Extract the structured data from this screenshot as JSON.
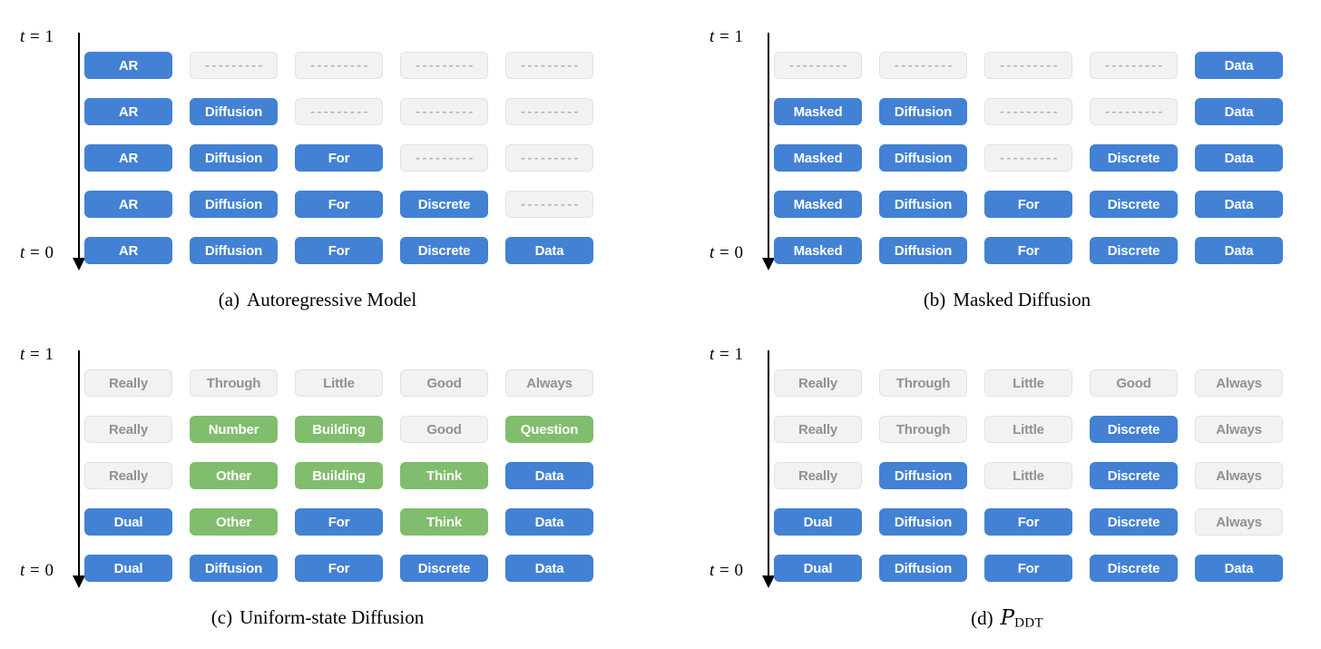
{
  "figure": {
    "colors": {
      "token_blue": "#4281d4",
      "token_green": "#80bd6d",
      "token_gray_fill": "#f2f2f2",
      "token_gray_border": "#e2e2e2",
      "token_gray_text": "#919191",
      "mask_text": "#b0b0b0",
      "axis": "#000000",
      "background": "#ffffff"
    },
    "axis": {
      "top_label_var": "t",
      "top_label_op": "=",
      "top_label_value": "1",
      "bottom_label_var": "t",
      "bottom_label_op": "=",
      "bottom_label_value": "0",
      "direction": "downward-arrow"
    },
    "mask_token": "---------",
    "columns": 5,
    "rows": 5
  },
  "panels": [
    {
      "id": "a",
      "caption_tag": "(a)",
      "caption_text": "Autoregressive Model",
      "rows": [
        [
          {
            "label": "AR",
            "state": "blue"
          },
          {
            "label": "---------",
            "state": "mask"
          },
          {
            "label": "---------",
            "state": "mask"
          },
          {
            "label": "---------",
            "state": "mask"
          },
          {
            "label": "---------",
            "state": "mask"
          }
        ],
        [
          {
            "label": "AR",
            "state": "blue"
          },
          {
            "label": "Diffusion",
            "state": "blue"
          },
          {
            "label": "---------",
            "state": "mask"
          },
          {
            "label": "---------",
            "state": "mask"
          },
          {
            "label": "---------",
            "state": "mask"
          }
        ],
        [
          {
            "label": "AR",
            "state": "blue"
          },
          {
            "label": "Diffusion",
            "state": "blue"
          },
          {
            "label": "For",
            "state": "blue"
          },
          {
            "label": "---------",
            "state": "mask"
          },
          {
            "label": "---------",
            "state": "mask"
          }
        ],
        [
          {
            "label": "AR",
            "state": "blue"
          },
          {
            "label": "Diffusion",
            "state": "blue"
          },
          {
            "label": "For",
            "state": "blue"
          },
          {
            "label": "Discrete",
            "state": "blue"
          },
          {
            "label": "---------",
            "state": "mask"
          }
        ],
        [
          {
            "label": "AR",
            "state": "blue"
          },
          {
            "label": "Diffusion",
            "state": "blue"
          },
          {
            "label": "For",
            "state": "blue"
          },
          {
            "label": "Discrete",
            "state": "blue"
          },
          {
            "label": "Data",
            "state": "blue"
          }
        ]
      ]
    },
    {
      "id": "b",
      "caption_tag": "(b)",
      "caption_text": "Masked Diffusion",
      "rows": [
        [
          {
            "label": "---------",
            "state": "mask"
          },
          {
            "label": "---------",
            "state": "mask"
          },
          {
            "label": "---------",
            "state": "mask"
          },
          {
            "label": "---------",
            "state": "mask"
          },
          {
            "label": "Data",
            "state": "blue"
          }
        ],
        [
          {
            "label": "Masked",
            "state": "blue"
          },
          {
            "label": "Diffusion",
            "state": "blue"
          },
          {
            "label": "---------",
            "state": "mask"
          },
          {
            "label": "---------",
            "state": "mask"
          },
          {
            "label": "Data",
            "state": "blue"
          }
        ],
        [
          {
            "label": "Masked",
            "state": "blue"
          },
          {
            "label": "Diffusion",
            "state": "blue"
          },
          {
            "label": "---------",
            "state": "mask"
          },
          {
            "label": "Discrete",
            "state": "blue"
          },
          {
            "label": "Data",
            "state": "blue"
          }
        ],
        [
          {
            "label": "Masked",
            "state": "blue"
          },
          {
            "label": "Diffusion",
            "state": "blue"
          },
          {
            "label": "For",
            "state": "blue"
          },
          {
            "label": "Discrete",
            "state": "blue"
          },
          {
            "label": "Data",
            "state": "blue"
          }
        ],
        [
          {
            "label": "Masked",
            "state": "blue"
          },
          {
            "label": "Diffusion",
            "state": "blue"
          },
          {
            "label": "For",
            "state": "blue"
          },
          {
            "label": "Discrete",
            "state": "blue"
          },
          {
            "label": "Data",
            "state": "blue"
          }
        ]
      ]
    },
    {
      "id": "c",
      "caption_tag": "(c)",
      "caption_text": "Uniform-state Diffusion",
      "rows": [
        [
          {
            "label": "Really",
            "state": "gray"
          },
          {
            "label": "Through",
            "state": "gray"
          },
          {
            "label": "Little",
            "state": "gray"
          },
          {
            "label": "Good",
            "state": "gray"
          },
          {
            "label": "Always",
            "state": "gray"
          }
        ],
        [
          {
            "label": "Really",
            "state": "gray"
          },
          {
            "label": "Number",
            "state": "green"
          },
          {
            "label": "Building",
            "state": "green"
          },
          {
            "label": "Good",
            "state": "gray"
          },
          {
            "label": "Question",
            "state": "green"
          }
        ],
        [
          {
            "label": "Really",
            "state": "gray"
          },
          {
            "label": "Other",
            "state": "green"
          },
          {
            "label": "Building",
            "state": "green"
          },
          {
            "label": "Think",
            "state": "green"
          },
          {
            "label": "Data",
            "state": "blue"
          }
        ],
        [
          {
            "label": "Dual",
            "state": "blue"
          },
          {
            "label": "Other",
            "state": "green"
          },
          {
            "label": "For",
            "state": "blue"
          },
          {
            "label": "Think",
            "state": "green"
          },
          {
            "label": "Data",
            "state": "blue"
          }
        ],
        [
          {
            "label": "Dual",
            "state": "blue"
          },
          {
            "label": "Diffusion",
            "state": "blue"
          },
          {
            "label": "For",
            "state": "blue"
          },
          {
            "label": "Discrete",
            "state": "blue"
          },
          {
            "label": "Data",
            "state": "blue"
          }
        ]
      ]
    },
    {
      "id": "d",
      "caption_tag": "(d)",
      "caption_symbol": "P",
      "caption_subscript": "DDT",
      "caption_text": "",
      "rows": [
        [
          {
            "label": "Really",
            "state": "gray"
          },
          {
            "label": "Through",
            "state": "gray"
          },
          {
            "label": "Little",
            "state": "gray"
          },
          {
            "label": "Good",
            "state": "gray"
          },
          {
            "label": "Always",
            "state": "gray"
          }
        ],
        [
          {
            "label": "Really",
            "state": "gray"
          },
          {
            "label": "Through",
            "state": "gray"
          },
          {
            "label": "Little",
            "state": "gray"
          },
          {
            "label": "Discrete",
            "state": "blue"
          },
          {
            "label": "Always",
            "state": "gray"
          }
        ],
        [
          {
            "label": "Really",
            "state": "gray"
          },
          {
            "label": "Diffusion",
            "state": "blue"
          },
          {
            "label": "Little",
            "state": "gray"
          },
          {
            "label": "Discrete",
            "state": "blue"
          },
          {
            "label": "Always",
            "state": "gray"
          }
        ],
        [
          {
            "label": "Dual",
            "state": "blue"
          },
          {
            "label": "Diffusion",
            "state": "blue"
          },
          {
            "label": "For",
            "state": "blue"
          },
          {
            "label": "Discrete",
            "state": "blue"
          },
          {
            "label": "Always",
            "state": "gray"
          }
        ],
        [
          {
            "label": "Dual",
            "state": "blue"
          },
          {
            "label": "Diffusion",
            "state": "blue"
          },
          {
            "label": "For",
            "state": "blue"
          },
          {
            "label": "Discrete",
            "state": "blue"
          },
          {
            "label": "Data",
            "state": "blue"
          }
        ]
      ]
    }
  ]
}
